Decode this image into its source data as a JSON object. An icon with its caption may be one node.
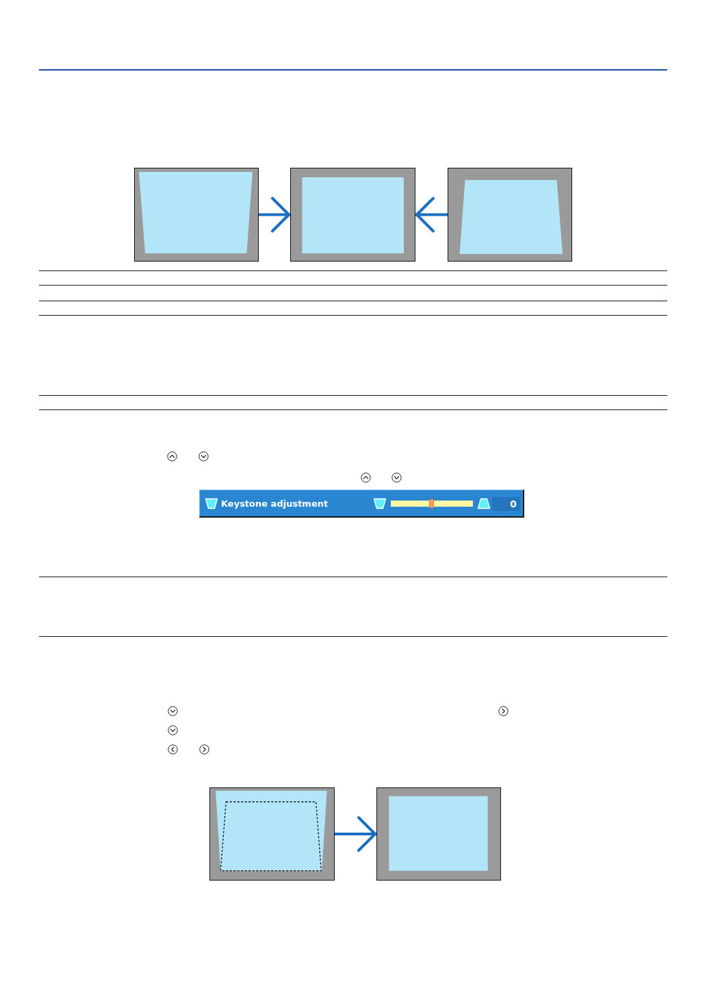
{
  "diagram": {
    "nodes": [
      {
        "text": [],
        "shape": "picture"
      },
      {
        "text": [],
        "shape": "picture"
      },
      {
        "text": [],
        "shape": "picture"
      },
      {
        "text": [
          "Keystone adjustment",
          "0"
        ]
      },
      {
        "text": [],
        "shape": "picture"
      },
      {
        "text": [],
        "shape": "picture"
      }
    ],
    "edges": [
      {
        "from": 0,
        "to": 1,
        "arrow": "to"
      },
      {
        "from": 2,
        "to": 1,
        "arrow": "to"
      },
      {
        "from": 4,
        "to": 5,
        "arrow": "to"
      }
    ]
  }
}
